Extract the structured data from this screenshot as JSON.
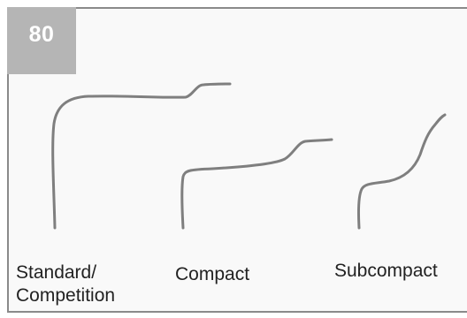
{
  "badge": {
    "number": "80"
  },
  "captions": {
    "standard_line1": "Standard/",
    "standard_line2": "Competition",
    "compact": "Compact",
    "subcompact": "Subcompact"
  },
  "colors": {
    "frame": "#8a8a8a",
    "badge_background": "#b5b5b5",
    "badge_text": "#ffffff",
    "curve": "#7f7f7f"
  }
}
